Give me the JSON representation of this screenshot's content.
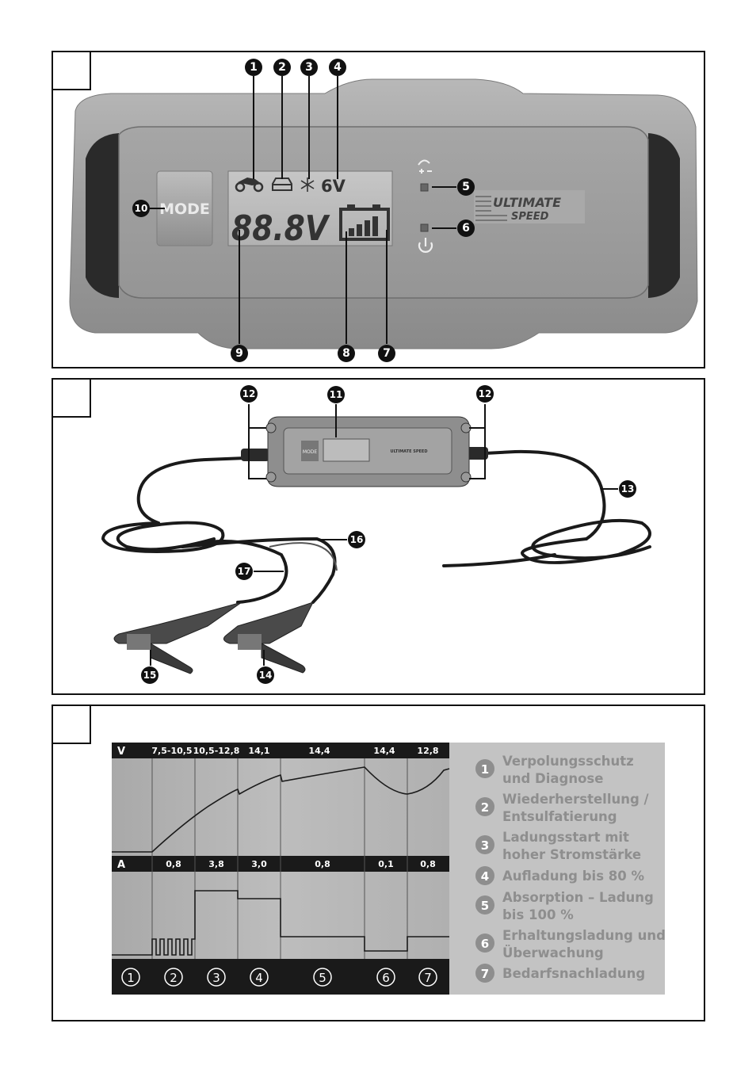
{
  "figure1": {
    "lcd": {
      "six_v": "6V",
      "voltage": "88.8V"
    },
    "mode_label": "MODE",
    "brand_line1": "ULTIMATE",
    "brand_line2": "SPEED",
    "callouts": [
      "1",
      "2",
      "3",
      "4",
      "5",
      "6",
      "7",
      "8",
      "9",
      "10"
    ]
  },
  "figure2": {
    "device_mode": "MODE",
    "brand": "ULTIMATE SPEED",
    "callouts": [
      "11",
      "12",
      "13",
      "14",
      "15",
      "16",
      "17"
    ]
  },
  "figure3": {
    "chart_data": {
      "type": "line",
      "voltage_axis_label": "V",
      "current_axis_label": "A",
      "voltage_values": [
        "7,5-10,5",
        "10,5-12,8",
        "14,1",
        "14,4",
        "14,4",
        "12,8"
      ],
      "current_values": [
        "0,8",
        "3,8",
        "3,0",
        "0,8",
        "0,1",
        "0,8"
      ],
      "phases": [
        "1",
        "2",
        "3",
        "4",
        "5",
        "6",
        "7"
      ]
    },
    "legend": [
      {
        "num": "1",
        "line1": "Verpolungsschutz",
        "line2": "und Diagnose"
      },
      {
        "num": "2",
        "line1": "Wiederherstellung /",
        "line2": "Entsulfatierung"
      },
      {
        "num": "3",
        "line1": "Ladungsstart mit",
        "line2": "hoher Stromstärke"
      },
      {
        "num": "4",
        "line1": "Aufladung bis 80 %",
        "line2": ""
      },
      {
        "num": "5",
        "line1": "Absorption – Ladung",
        "line2": "bis 100 %"
      },
      {
        "num": "6",
        "line1": "Erhaltungsladung und",
        "line2": "Überwachung"
      },
      {
        "num": "7",
        "line1": "Bedarfsnachladung",
        "line2": ""
      }
    ],
    "colors": {
      "panel_gray": "#b5b5b5",
      "header_dark": "#1a1a1a",
      "legend_text": "#8e8e8e"
    }
  }
}
